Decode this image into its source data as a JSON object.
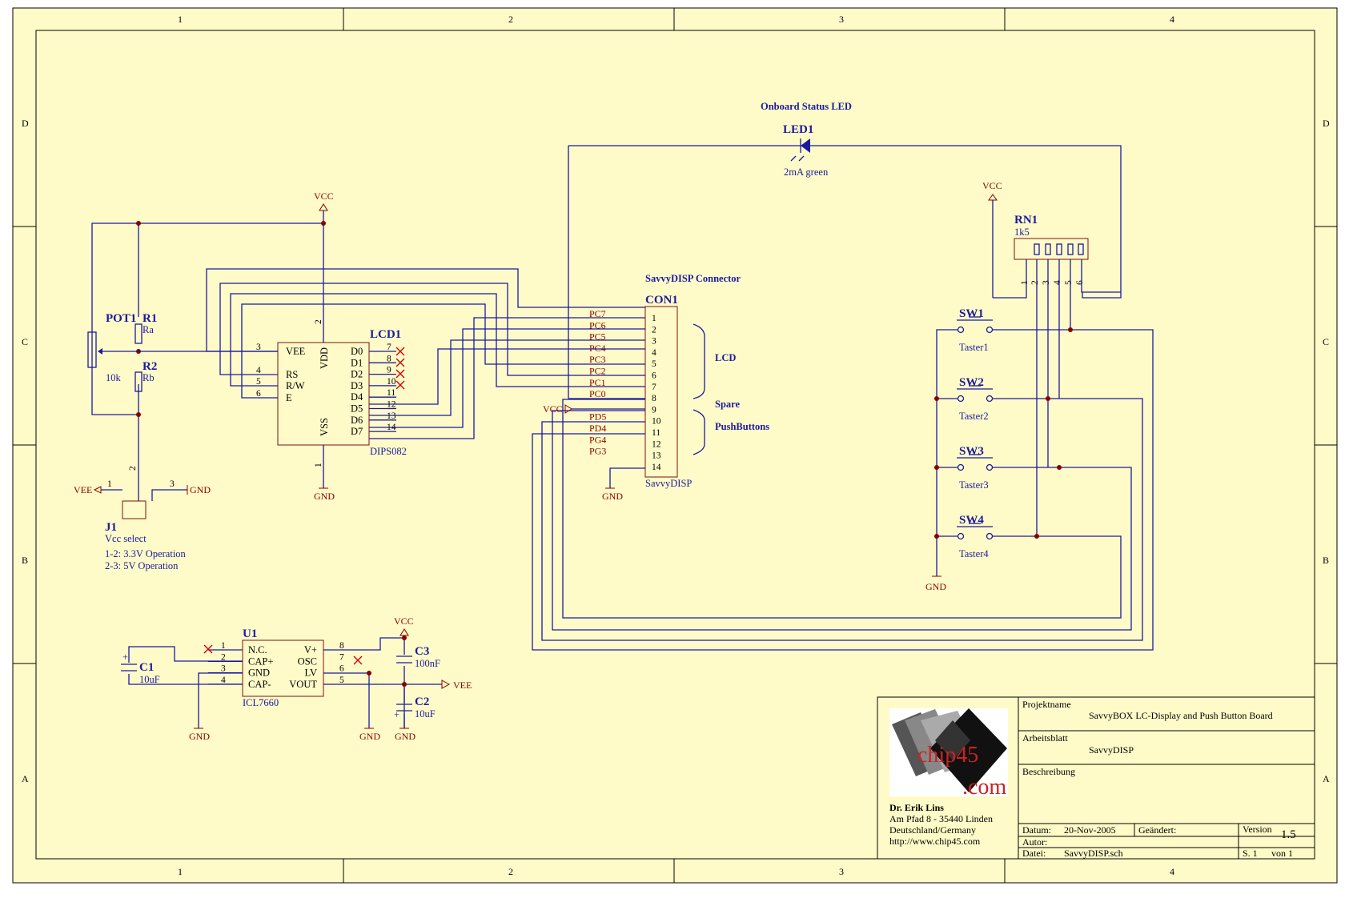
{
  "grid": {
    "columns": [
      "1",
      "2",
      "3",
      "4"
    ],
    "rows": [
      "D",
      "C",
      "B",
      "A"
    ]
  },
  "labels": {
    "onboard_status_led": "Onboard Status LED",
    "savvydisp_connector": "SavvyDISP Connector",
    "lcd_group": "LCD",
    "spare_group": "Spare",
    "pushbuttons_group": "PushButtons",
    "vcc_select_note_1": "1-2: 3.3V Operation",
    "vcc_select_note_2": "2-3: 5V Operation"
  },
  "components": {
    "led1": {
      "ref": "LED1",
      "value": "2mA green"
    },
    "rn1": {
      "ref": "RN1",
      "value": "1k5",
      "pins": [
        "1",
        "2",
        "3",
        "4",
        "5",
        "6"
      ]
    },
    "pot1": {
      "ref": "POT1",
      "value": "10k"
    },
    "r1": {
      "ref": "R1",
      "value": "Ra"
    },
    "r2": {
      "ref": "R2",
      "value": "Rb"
    },
    "j1": {
      "ref": "J1",
      "value": "Vcc select"
    },
    "lcd1": {
      "ref": "LCD1",
      "value": "DIPS082",
      "left_pins": [
        {
          "n": "3",
          "name": "VEE"
        },
        {
          "n": "4",
          "name": "RS"
        },
        {
          "n": "5",
          "name": "R/W"
        },
        {
          "n": "6",
          "name": "E"
        }
      ],
      "right_pins": [
        {
          "n": "7",
          "name": "D0"
        },
        {
          "n": "8",
          "name": "D1"
        },
        {
          "n": "9",
          "name": "D2"
        },
        {
          "n": "10",
          "name": "D3"
        },
        {
          "n": "11",
          "name": "D4"
        },
        {
          "n": "12",
          "name": "D5"
        },
        {
          "n": "13",
          "name": "D6"
        },
        {
          "n": "14",
          "name": "D7"
        }
      ],
      "vdd": "VDD",
      "vss": "VSS",
      "vdd_pin": "2",
      "vss_pin": "1"
    },
    "con1": {
      "ref": "CON1",
      "value": "SavvyDISP",
      "pins": [
        "1",
        "2",
        "3",
        "4",
        "5",
        "6",
        "7",
        "8",
        "9",
        "10",
        "11",
        "12",
        "13",
        "14"
      ],
      "nets": [
        "PC7",
        "PC6",
        "PC5",
        "PC4",
        "PC3",
        "PC2",
        "PC1",
        "PC0",
        "",
        "PD5",
        "PD4",
        "PG4",
        "PG3",
        ""
      ]
    },
    "sw1": {
      "ref": "SW1",
      "value": "Taster1"
    },
    "sw2": {
      "ref": "SW2",
      "value": "Taster2"
    },
    "sw3": {
      "ref": "SW3",
      "value": "Taster3"
    },
    "sw4": {
      "ref": "SW4",
      "value": "Taster4"
    },
    "u1": {
      "ref": "U1",
      "value": "ICL7660",
      "left_pins": [
        {
          "n": "1",
          "name": "N.C."
        },
        {
          "n": "2",
          "name": "CAP+"
        },
        {
          "n": "3",
          "name": "GND"
        },
        {
          "n": "4",
          "name": "CAP-"
        }
      ],
      "right_pins": [
        {
          "n": "8",
          "name": "V+"
        },
        {
          "n": "7",
          "name": "OSC"
        },
        {
          "n": "6",
          "name": "LV"
        },
        {
          "n": "5",
          "name": "VOUT"
        }
      ]
    },
    "c1": {
      "ref": "C1",
      "value": "10uF"
    },
    "c2": {
      "ref": "C2",
      "value": "10uF"
    },
    "c3": {
      "ref": "C3",
      "value": "100nF"
    }
  },
  "nets": {
    "vcc": "VCC",
    "gnd": "GND",
    "vee": "VEE"
  },
  "title_block": {
    "logo_main": "chip45",
    "logo_sub": ".com",
    "author_name": "Dr. Erik Lins",
    "address_1": "Am Pfad 8 - 35440 Linden",
    "address_2": "Deutschland/Germany",
    "website": "http://www.chip45.com",
    "projekt_label": "Projektname",
    "projekt_value": "SavvyBOX LC-Display and Push Button Board",
    "arbeitsblatt_label": "Arbeitsblatt",
    "arbeitsblatt_value": "SavvyDISP",
    "beschreibung_label": "Beschreibung",
    "datum_label": "Datum:",
    "datum_value": "20-Nov-2005",
    "geaendert_label": "Geändert:",
    "version_label": "Version",
    "version_value": "1.5",
    "autor_label": "Autor:",
    "datei_label": "Datei:",
    "datei_value": "SavvyDISP.sch",
    "sheet_label": "S. 1",
    "sheet_of": "von   1"
  }
}
